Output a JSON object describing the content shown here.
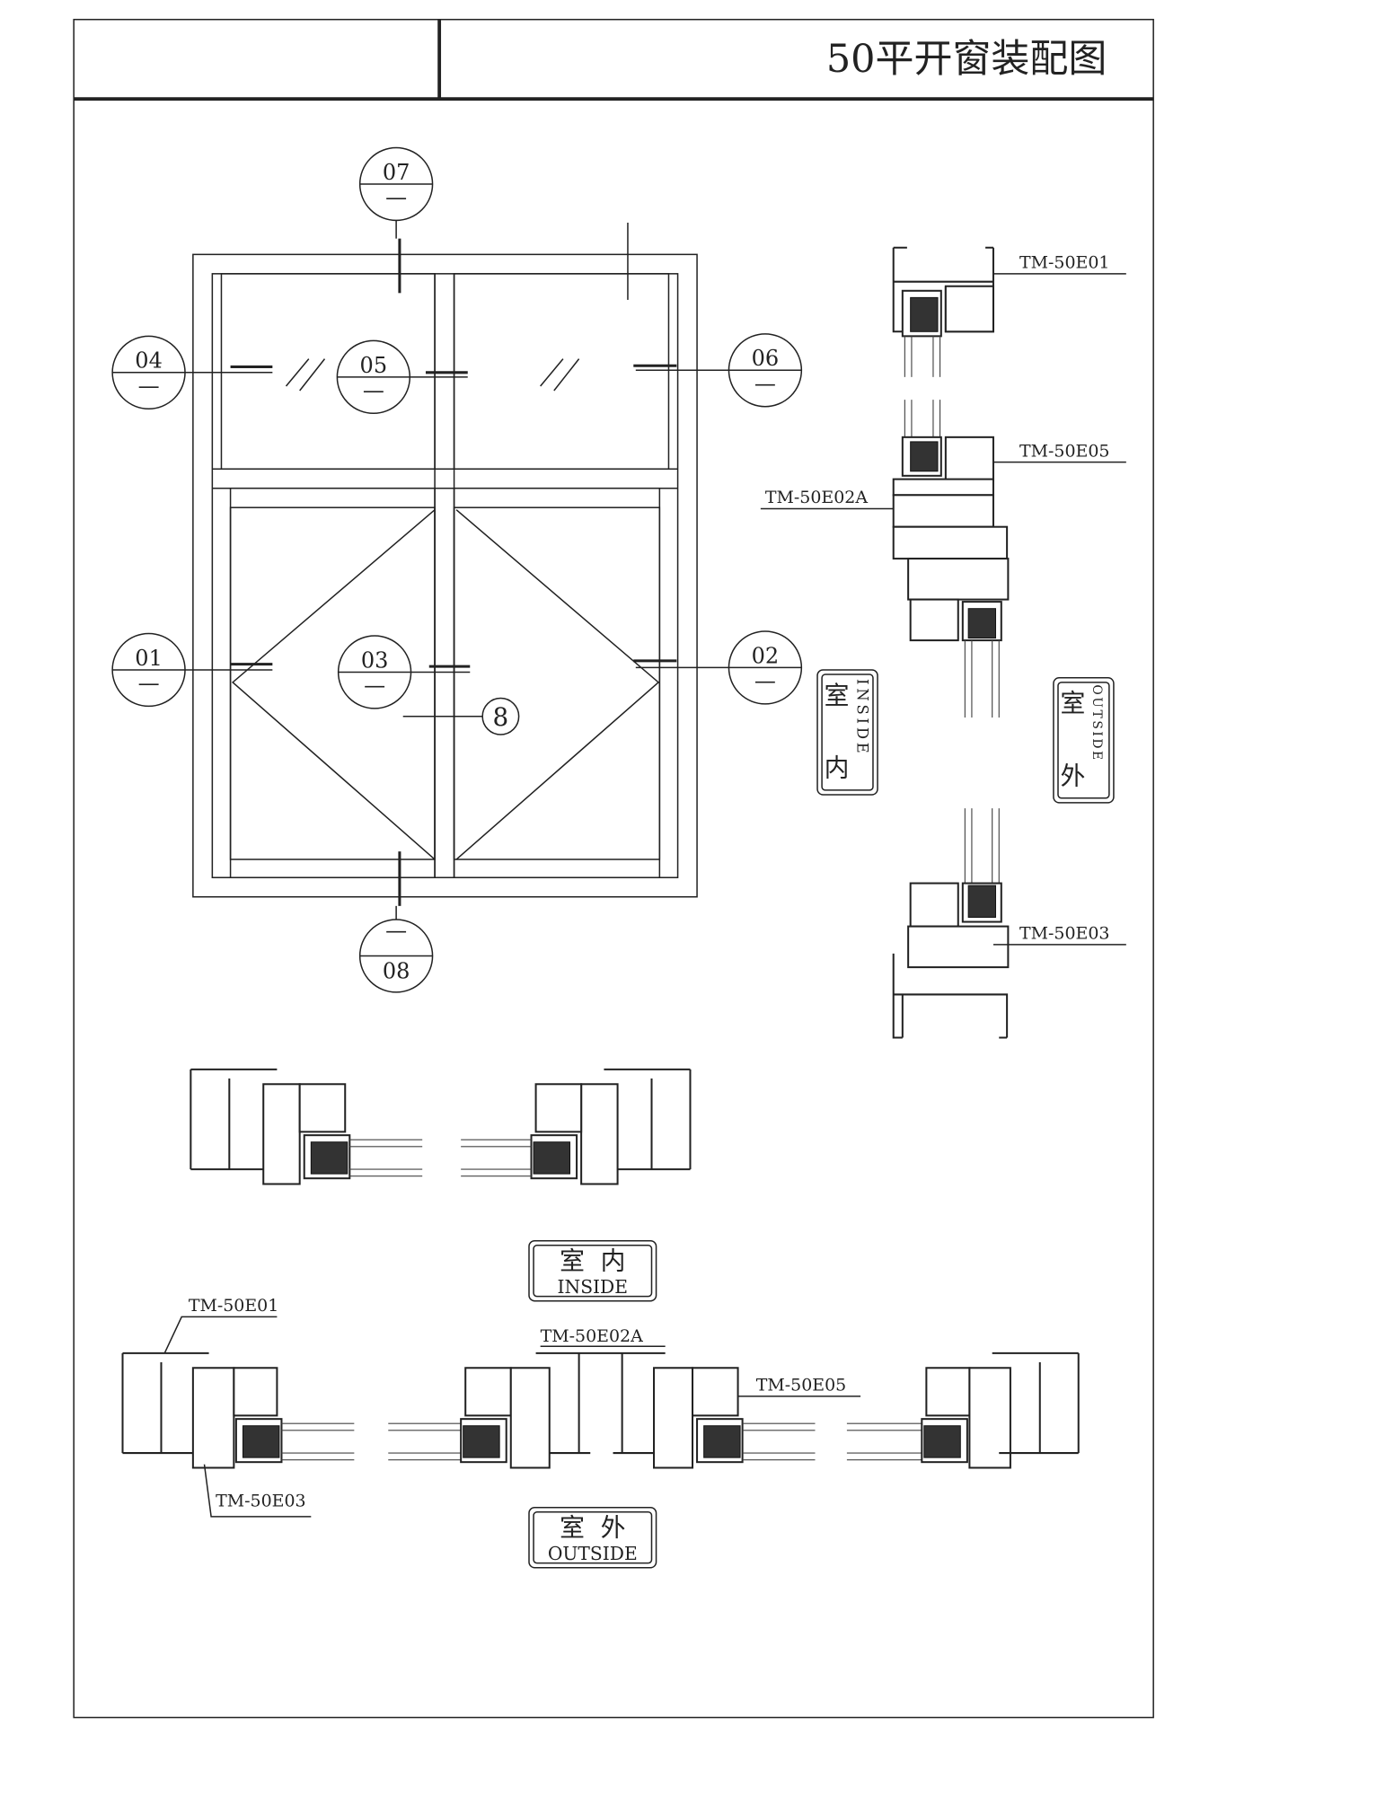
{
  "title_block": {
    "left_cell": "",
    "title": "50平开窗装配图"
  },
  "elevation": {
    "section_marks": [
      {
        "id": "07",
        "sub": "—"
      },
      {
        "id": "04",
        "sub": "—"
      },
      {
        "id": "05",
        "sub": "—"
      },
      {
        "id": "06",
        "sub": "—"
      },
      {
        "id": "01",
        "sub": "—"
      },
      {
        "id": "03",
        "sub": "—"
      },
      {
        "id": "02",
        "sub": "—"
      },
      {
        "id": "08",
        "sub": "—"
      }
    ],
    "glass_callout": "8"
  },
  "vertical_section": {
    "labels": {
      "top": "TM-50E01",
      "sash_top": "TM-50E05",
      "mullion": "TM-50E02A",
      "bottom": "TM-50E03"
    },
    "inside": {
      "cn1": "室",
      "cn2": "内",
      "en": "INSIDE"
    },
    "outside": {
      "cn1": "室",
      "cn2": "外",
      "en": "OUTSIDE"
    }
  },
  "horizontal_section": {
    "inside": {
      "cn": "室  内",
      "en": "INSIDE"
    },
    "outside": {
      "cn": "室  外",
      "en": "OUTSIDE"
    },
    "labels": {
      "frame": "TM-50E01",
      "mullion": "TM-50E02A",
      "sash": "TM-50E05",
      "bead": "TM-50E03"
    }
  },
  "colors": {
    "line": "#222222",
    "background": "#ffffff"
  }
}
